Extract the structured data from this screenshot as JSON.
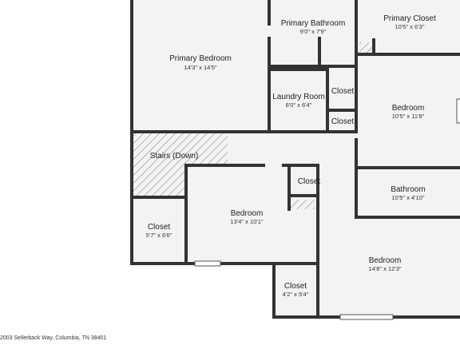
{
  "address": "2003 Sellerback Way, Columbia, TN 38401",
  "colors": {
    "wall": "#333333",
    "floor": "#f3f3f3",
    "hatch": "#777777",
    "window": "#bfbfbf"
  },
  "rooms": [
    {
      "id": "primary-bedroom",
      "name": "Primary Bedroom",
      "dims": "14'3\" x 14'5\""
    },
    {
      "id": "primary-bathroom",
      "name": "Primary Bathroom",
      "dims": "9'0\" x 7'9\""
    },
    {
      "id": "primary-closet",
      "name": "Primary Closet",
      "dims": "10'5\" x 6'3\""
    },
    {
      "id": "laundry-room",
      "name": "Laundry Room",
      "dims": "6'0\" x 6'4\""
    },
    {
      "id": "closet-upper",
      "name": "Closet",
      "dims": ""
    },
    {
      "id": "closet-lower",
      "name": "Closet",
      "dims": ""
    },
    {
      "id": "bedroom-right-top",
      "name": "Bedroom",
      "dims": "10'5\" x 11'8\""
    },
    {
      "id": "stairs",
      "name": "Stairs (Down)",
      "dims": ""
    },
    {
      "id": "closet-hall",
      "name": "Closet",
      "dims": ""
    },
    {
      "id": "bathroom",
      "name": "Bathroom",
      "dims": "10'5\" x 4'10\""
    },
    {
      "id": "closet-left",
      "name": "Closet",
      "dims": "5'7\" x 6'6\""
    },
    {
      "id": "bedroom-center",
      "name": "Bedroom",
      "dims": "13'4\" x 10'1\""
    },
    {
      "id": "bedroom-bottom-right",
      "name": "Bedroom",
      "dims": "14'8\" x 12'3\""
    },
    {
      "id": "closet-bottom",
      "name": "Closet",
      "dims": "4'2\" x 5'4\""
    }
  ]
}
